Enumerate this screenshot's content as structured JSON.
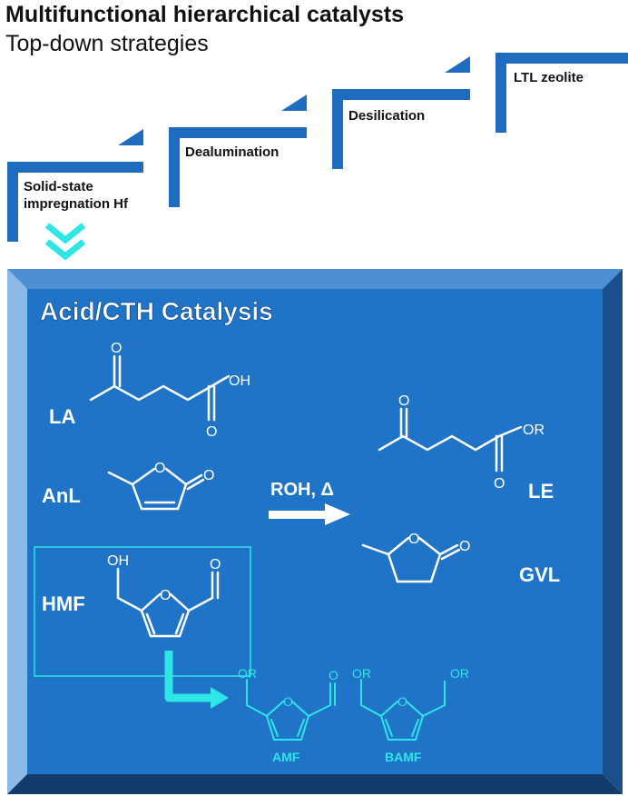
{
  "header": {
    "title": "Multifunctional hierarchical catalysts",
    "subtitle": "Top-down strategies"
  },
  "steps": [
    {
      "label_lines": [
        "Solid-state",
        "impregnation Hf"
      ]
    },
    {
      "label_lines": [
        "Dealumination"
      ]
    },
    {
      "label_lines": [
        "Desilication"
      ]
    },
    {
      "label_lines": [
        "LTL zeolite"
      ]
    }
  ],
  "panel": {
    "title": "Acid/CTH Catalysis",
    "condition": "ROH, Δ",
    "substrates": [
      {
        "label": "LA",
        "groups": [
          "O",
          "OH",
          "O"
        ]
      },
      {
        "label": "AnL",
        "groups": [
          "O",
          "O"
        ]
      },
      {
        "label": "HMF",
        "groups": [
          "OH",
          "O",
          "O"
        ]
      }
    ],
    "products": [
      {
        "label": "LE",
        "groups": [
          "O",
          "OR",
          "O"
        ]
      },
      {
        "label": "GVL",
        "groups": [
          "O",
          "O"
        ]
      }
    ],
    "ethers": [
      {
        "label": "AMF",
        "groups": [
          "OR",
          "O",
          "O"
        ]
      },
      {
        "label": "BAMF",
        "groups": [
          "OR",
          "O",
          "OR"
        ]
      }
    ]
  },
  "colors": {
    "step_blue": "#1e6cc0",
    "panel_face": "#1f74c8",
    "panel_bevel_left": "#8ab9e6",
    "panel_bevel_top": "#4c8fd3",
    "panel_bevel_right": "#1a4e8c",
    "panel_bevel_bottom": "#123a6a",
    "cyan": "#2ee6e6",
    "white": "#ffffff"
  }
}
